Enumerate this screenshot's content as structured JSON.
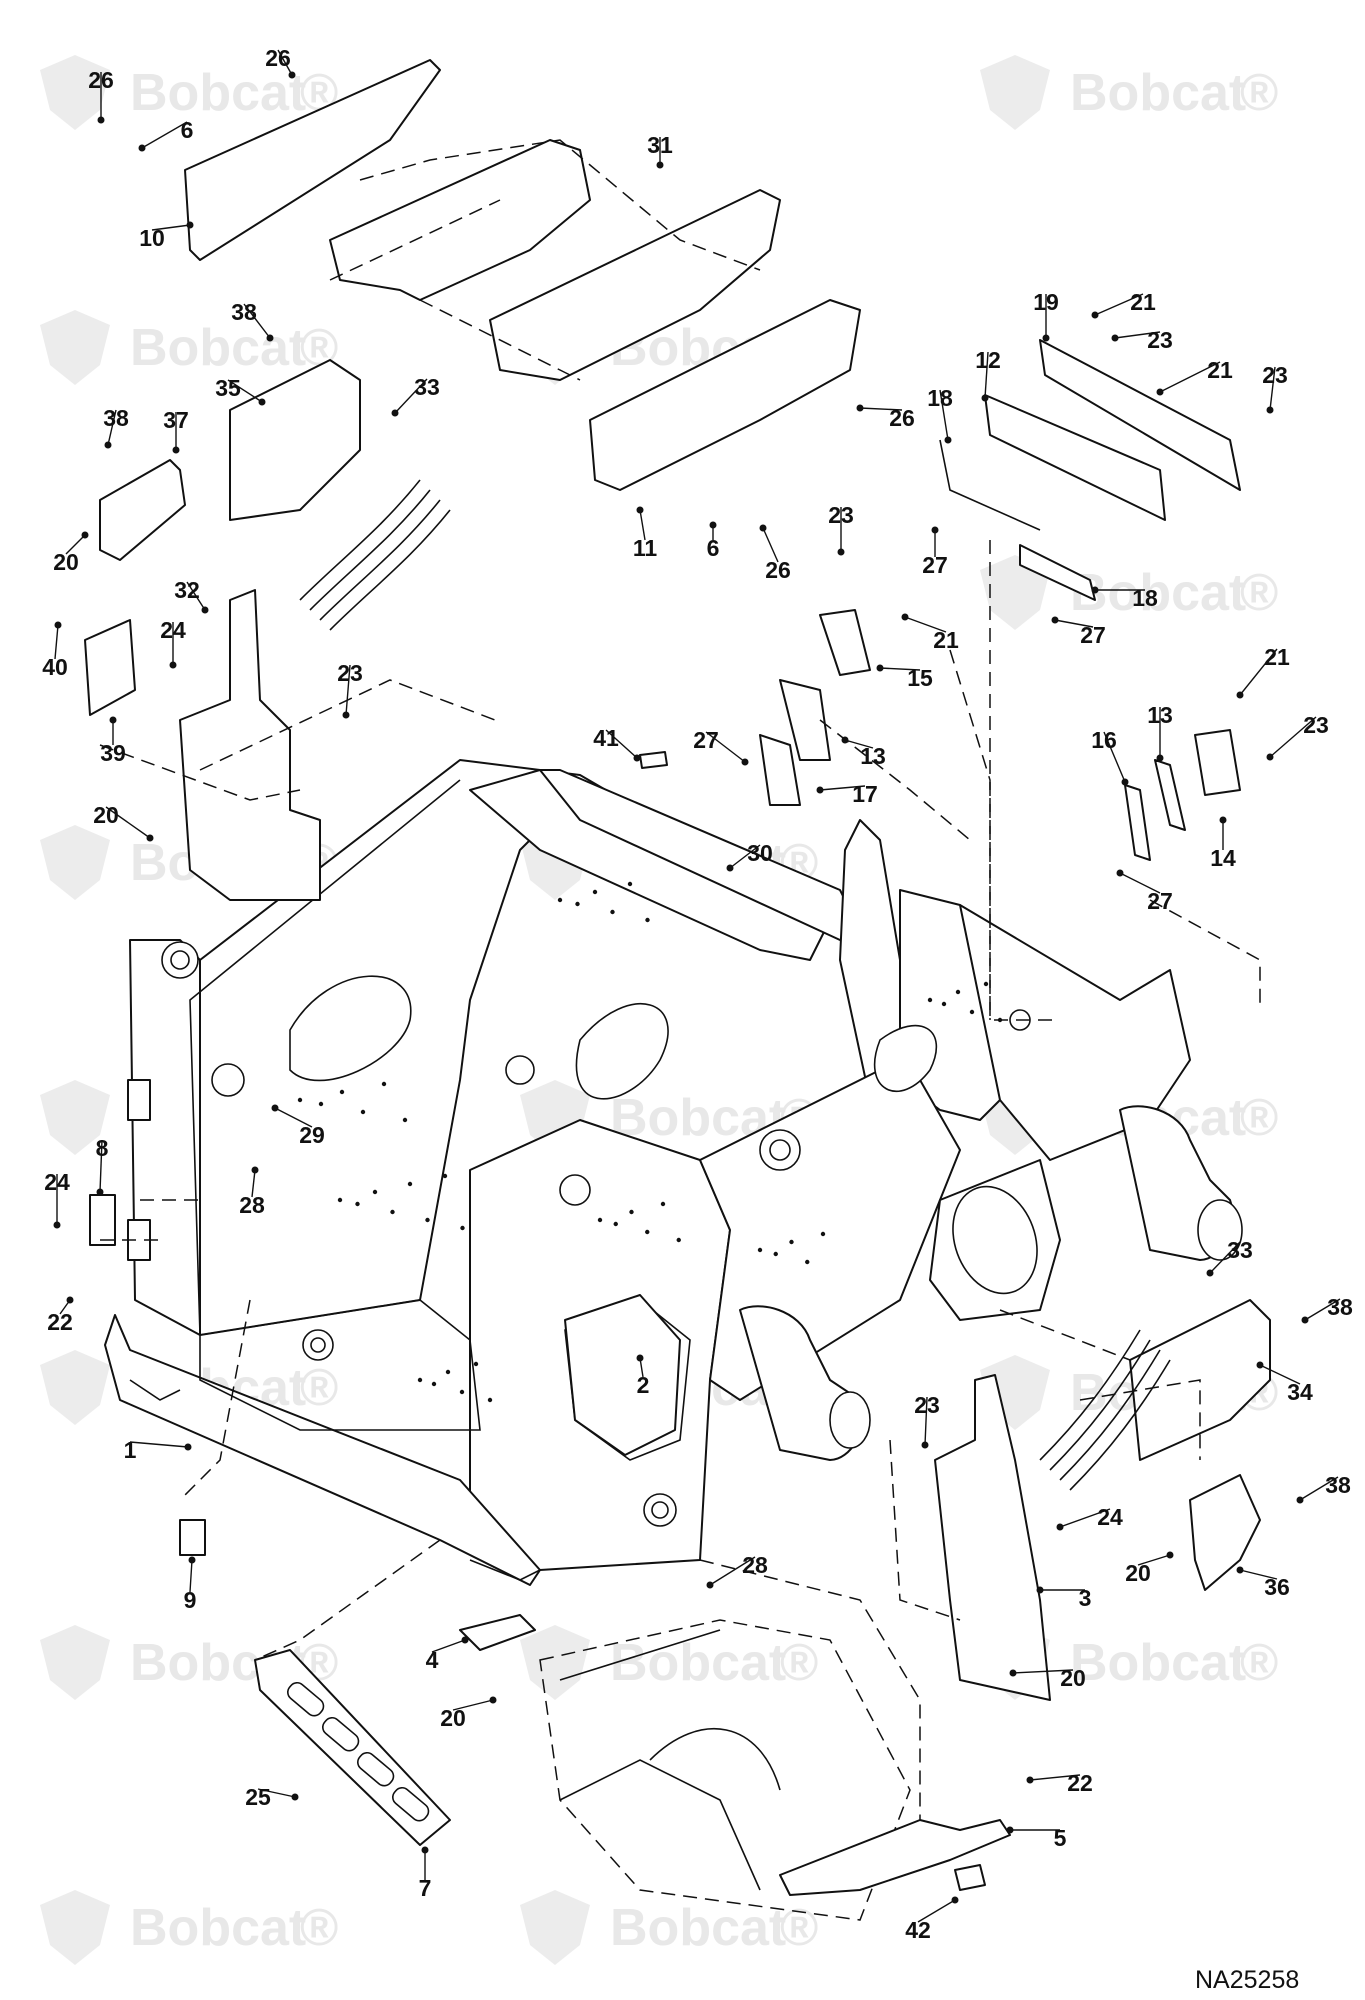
{
  "drawing_code": "NA25258",
  "watermark_text": "Bobcat",
  "watermark_mark": "®",
  "callouts": [
    {
      "id": "c1",
      "label": "1"
    },
    {
      "id": "c2",
      "label": "2"
    },
    {
      "id": "c3",
      "label": "3"
    },
    {
      "id": "c4",
      "label": "4"
    },
    {
      "id": "c5",
      "label": "5"
    },
    {
      "id": "c6a",
      "label": "6"
    },
    {
      "id": "c6b",
      "label": "6"
    },
    {
      "id": "c7",
      "label": "7"
    },
    {
      "id": "c8",
      "label": "8"
    },
    {
      "id": "c9",
      "label": "9"
    },
    {
      "id": "c10",
      "label": "10"
    },
    {
      "id": "c11",
      "label": "11"
    },
    {
      "id": "c12",
      "label": "12"
    },
    {
      "id": "c13a",
      "label": "13"
    },
    {
      "id": "c13b",
      "label": "13"
    },
    {
      "id": "c14",
      "label": "14"
    },
    {
      "id": "c15",
      "label": "15"
    },
    {
      "id": "c16",
      "label": "16"
    },
    {
      "id": "c17",
      "label": "17"
    },
    {
      "id": "c18a",
      "label": "18"
    },
    {
      "id": "c18b",
      "label": "18"
    },
    {
      "id": "c19",
      "label": "19"
    },
    {
      "id": "c20a",
      "label": "20"
    },
    {
      "id": "c20b",
      "label": "20"
    },
    {
      "id": "c20c",
      "label": "20"
    },
    {
      "id": "c20d",
      "label": "20"
    },
    {
      "id": "c20e",
      "label": "20"
    },
    {
      "id": "c21a",
      "label": "21"
    },
    {
      "id": "c21b",
      "label": "21"
    },
    {
      "id": "c21c",
      "label": "21"
    },
    {
      "id": "c21d",
      "label": "21"
    },
    {
      "id": "c22a",
      "label": "22"
    },
    {
      "id": "c22b",
      "label": "22"
    },
    {
      "id": "c23a",
      "label": "23"
    },
    {
      "id": "c23b",
      "label": "23"
    },
    {
      "id": "c23c",
      "label": "23"
    },
    {
      "id": "c23d",
      "label": "23"
    },
    {
      "id": "c23e",
      "label": "23"
    },
    {
      "id": "c23f",
      "label": "23"
    },
    {
      "id": "c24a",
      "label": "24"
    },
    {
      "id": "c24b",
      "label": "24"
    },
    {
      "id": "c24c",
      "label": "24"
    },
    {
      "id": "c25",
      "label": "25"
    },
    {
      "id": "c26a",
      "label": "26"
    },
    {
      "id": "c26b",
      "label": "26"
    },
    {
      "id": "c26c",
      "label": "26"
    },
    {
      "id": "c26d",
      "label": "26"
    },
    {
      "id": "c27a",
      "label": "27"
    },
    {
      "id": "c27b",
      "label": "27"
    },
    {
      "id": "c27c",
      "label": "27"
    },
    {
      "id": "c27d",
      "label": "27"
    },
    {
      "id": "c28a",
      "label": "28"
    },
    {
      "id": "c28b",
      "label": "28"
    },
    {
      "id": "c29",
      "label": "29"
    },
    {
      "id": "c30",
      "label": "30"
    },
    {
      "id": "c31",
      "label": "31"
    },
    {
      "id": "c32",
      "label": "32"
    },
    {
      "id": "c33a",
      "label": "33"
    },
    {
      "id": "c33b",
      "label": "33"
    },
    {
      "id": "c34",
      "label": "34"
    },
    {
      "id": "c35",
      "label": "35"
    },
    {
      "id": "c36",
      "label": "36"
    },
    {
      "id": "c37",
      "label": "37"
    },
    {
      "id": "c38a",
      "label": "38"
    },
    {
      "id": "c38b",
      "label": "38"
    },
    {
      "id": "c38c",
      "label": "38"
    },
    {
      "id": "c38d",
      "label": "38"
    },
    {
      "id": "c39",
      "label": "39"
    },
    {
      "id": "c40",
      "label": "40"
    },
    {
      "id": "c41",
      "label": "41"
    },
    {
      "id": "c42",
      "label": "42"
    }
  ]
}
